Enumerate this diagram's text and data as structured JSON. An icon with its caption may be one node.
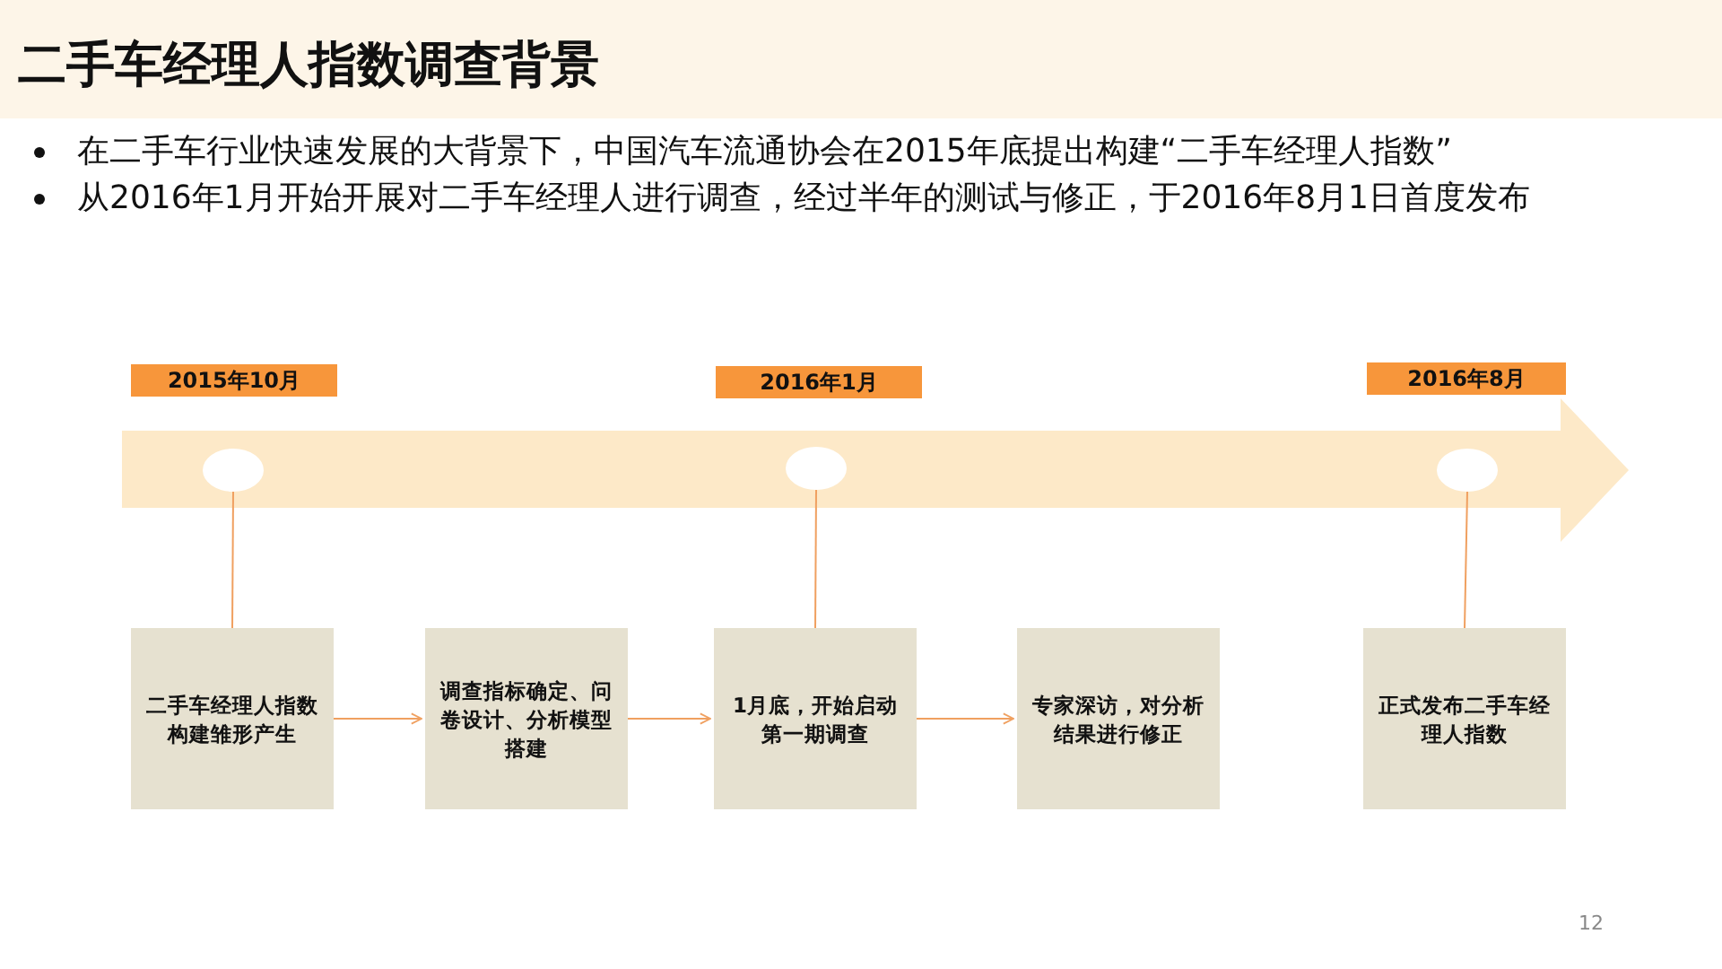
{
  "diagram": {
    "title": "二手车经理人指数调查背景",
    "nodes": [
      {
        "text": [
          "2015年10月"
        ]
      },
      {
        "text": [
          "2016年1月"
        ]
      },
      {
        "text": [
          "2016年8月"
        ]
      },
      {
        "text": [],
        "shape": "circle"
      },
      {
        "text": [],
        "shape": "circle"
      },
      {
        "text": [],
        "shape": "circle"
      },
      {
        "text": [
          "二手车经理人指数构建雏形产生"
        ]
      },
      {
        "text": [
          "调查指标确定、问卷设计、分析模型搭建"
        ]
      },
      {
        "text": [
          "1月底，开始启动第一期调查"
        ]
      },
      {
        "text": [
          "专家深访，对分析结果进行修正"
        ]
      },
      {
        "text": [
          "正式发布二手车经理人指数"
        ]
      }
    ],
    "edges": [
      {
        "from": 3,
        "to": 6,
        "arrow": "none"
      },
      {
        "from": 4,
        "to": 8,
        "arrow": "none"
      },
      {
        "from": 5,
        "to": 10,
        "arrow": "none"
      },
      {
        "from": 6,
        "to": 7,
        "arrow": "to"
      },
      {
        "from": 7,
        "to": 8,
        "arrow": "to"
      },
      {
        "from": 8,
        "to": 9,
        "arrow": "to"
      }
    ],
    "labels": [
      "在二手车行业快速发展的大背景下，中国汽车流通协会在2015年底提出构建“二手车经理人指数”",
      "从2016年1月开始开展对二手车经理人进行调查，经过半年的测试与修正，于2016年8月1日首度发布",
      "12"
    ]
  }
}
